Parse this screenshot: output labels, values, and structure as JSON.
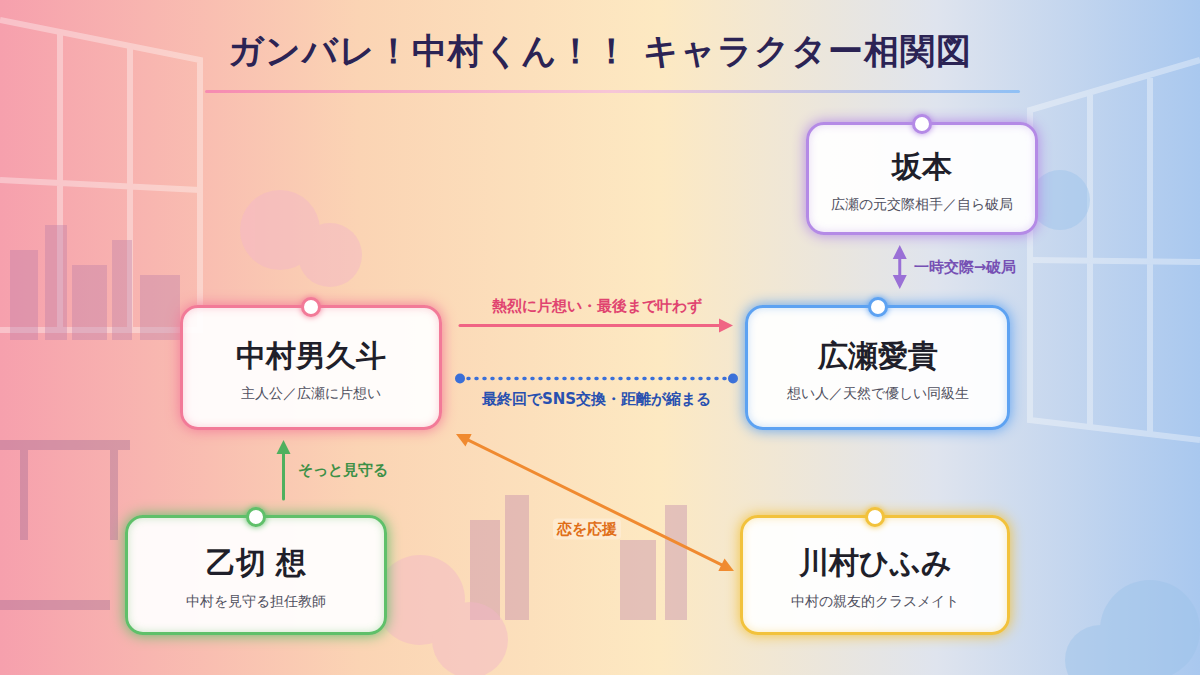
{
  "diagram": {
    "title": "ガンバレ！中村くん！！ キャラクター相関図",
    "nodes": [
      {
        "text": [
          "坂本",
          "広瀬の元交際相手／自ら破局"
        ]
      },
      {
        "text": [
          "中村男久斗",
          "主人公／広瀬に片想い"
        ]
      },
      {
        "text": [
          "広瀬愛貴",
          "想い人／天然で優しい同級生"
        ]
      },
      {
        "text": [
          "乙切 想",
          "中村を見守る担任教師"
        ]
      },
      {
        "text": [
          "川村ひふみ",
          "中村の親友的クラスメイト"
        ]
      }
    ],
    "edges": [
      {
        "from": 0,
        "to": 2,
        "label": "一時交際→破局",
        "arrow": "both"
      },
      {
        "from": 1,
        "to": 2,
        "label": "熱烈に片想い・最後まで叶わず",
        "arrow": "to"
      },
      {
        "from": 1,
        "to": 2,
        "label": "最終回でSNS交換・距離が縮まる",
        "arrow": "none"
      },
      {
        "from": 3,
        "to": 1,
        "label": "そっと見守る",
        "arrow": "to"
      },
      {
        "from": 1,
        "to": 4,
        "label": "恋を応援",
        "arrow": "both"
      }
    ]
  }
}
